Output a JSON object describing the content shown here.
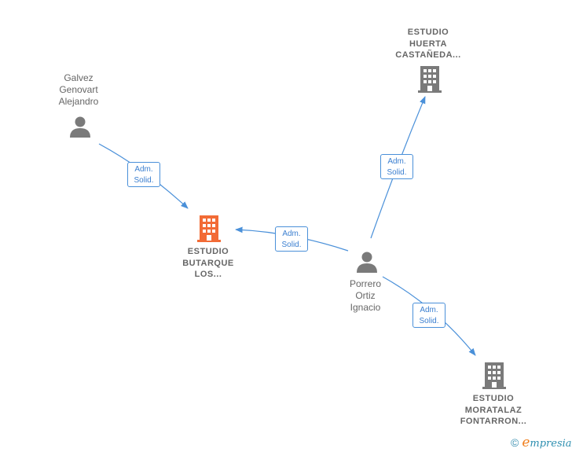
{
  "colors": {
    "edge": "#4a90d9",
    "person_icon": "#7a7a7a",
    "company_icon": "#7a7a7a",
    "highlight_company_icon": "#f26b36",
    "label_text": "#666666"
  },
  "nodes": {
    "galvez": {
      "label": "Galvez\nGenovart\nAlejandro",
      "icon": "person-icon"
    },
    "porrero": {
      "label": "Porrero\nOrtiz\nIgnacio",
      "icon": "person-icon"
    },
    "butarque": {
      "label": "ESTUDIO\nBUTARQUE\nLOS...",
      "icon": "building-icon"
    },
    "huerta": {
      "label": "ESTUDIO\nHUERTA\nCASTAÑEDA...",
      "icon": "building-icon"
    },
    "moratalaz": {
      "label": "ESTUDIO\nMORATALAZ\nFONTARRON...",
      "icon": "building-icon"
    }
  },
  "edges": {
    "galvez_butarque": {
      "label": "Adm.\nSolid."
    },
    "porrero_butarque": {
      "label": "Adm.\nSolid."
    },
    "porrero_huerta": {
      "label": "Adm.\nSolid."
    },
    "porrero_moratalaz": {
      "label": "Adm.\nSolid."
    }
  },
  "footer": {
    "copyright": "©",
    "brand_initial": "e",
    "brand_rest": "mpresia"
  }
}
